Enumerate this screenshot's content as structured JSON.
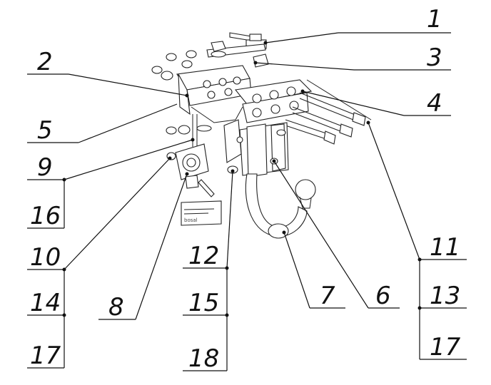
{
  "diagram": {
    "callouts": [
      {
        "id": "c1",
        "label": "1"
      },
      {
        "id": "c2",
        "label": "2"
      },
      {
        "id": "c3",
        "label": "3"
      },
      {
        "id": "c4",
        "label": "4"
      },
      {
        "id": "c5",
        "label": "5"
      },
      {
        "id": "c9",
        "label": "9"
      },
      {
        "id": "c16",
        "label": "16"
      },
      {
        "id": "c10",
        "label": "10"
      },
      {
        "id": "c14",
        "label": "14"
      },
      {
        "id": "c17a",
        "label": "17"
      },
      {
        "id": "c8",
        "label": "8"
      },
      {
        "id": "c12",
        "label": "12"
      },
      {
        "id": "c15",
        "label": "15"
      },
      {
        "id": "c18",
        "label": "18"
      },
      {
        "id": "c7",
        "label": "7"
      },
      {
        "id": "c6",
        "label": "6"
      },
      {
        "id": "c11",
        "label": "11"
      },
      {
        "id": "c13",
        "label": "13"
      },
      {
        "id": "c17b",
        "label": "17"
      }
    ],
    "plate_brand": "bosal"
  }
}
